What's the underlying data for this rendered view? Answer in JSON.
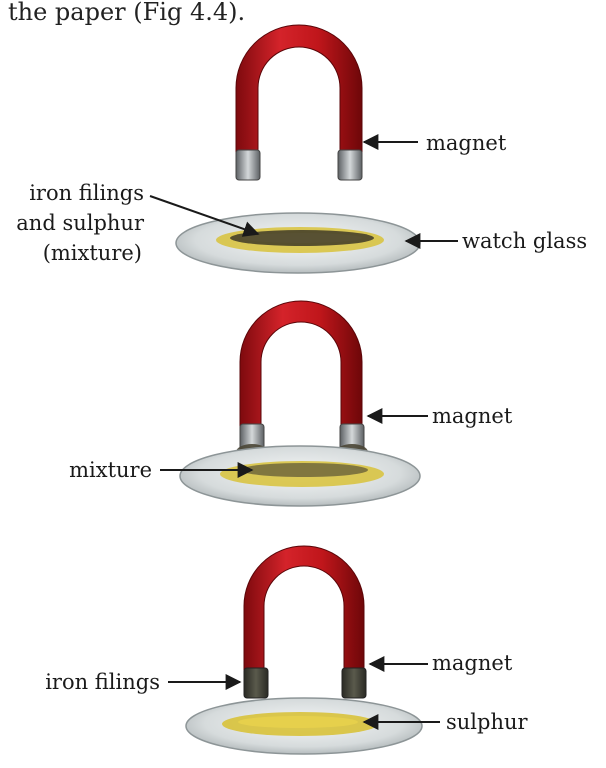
{
  "caption_fragment": "the paper (Fig 4.4).",
  "colors": {
    "magnet_red": "#c0161b",
    "magnet_tip": "#9ea3a6",
    "watch_glass": "#dfe3e4",
    "sulphur": "#d8c23a",
    "iron": "#3a3a2a"
  },
  "panels": [
    {
      "step": 1,
      "labels": {
        "magnet": "magnet",
        "mixture_line1": "iron filings",
        "mixture_line2": "and sulphur",
        "mixture_line3": "(mixture)",
        "watch_glass": "watch glass"
      }
    },
    {
      "step": 2,
      "labels": {
        "magnet": "magnet",
        "mixture": "mixture"
      }
    },
    {
      "step": 3,
      "labels": {
        "magnet": "magnet",
        "iron_filings": "iron filings",
        "sulphur": "sulphur"
      }
    }
  ]
}
